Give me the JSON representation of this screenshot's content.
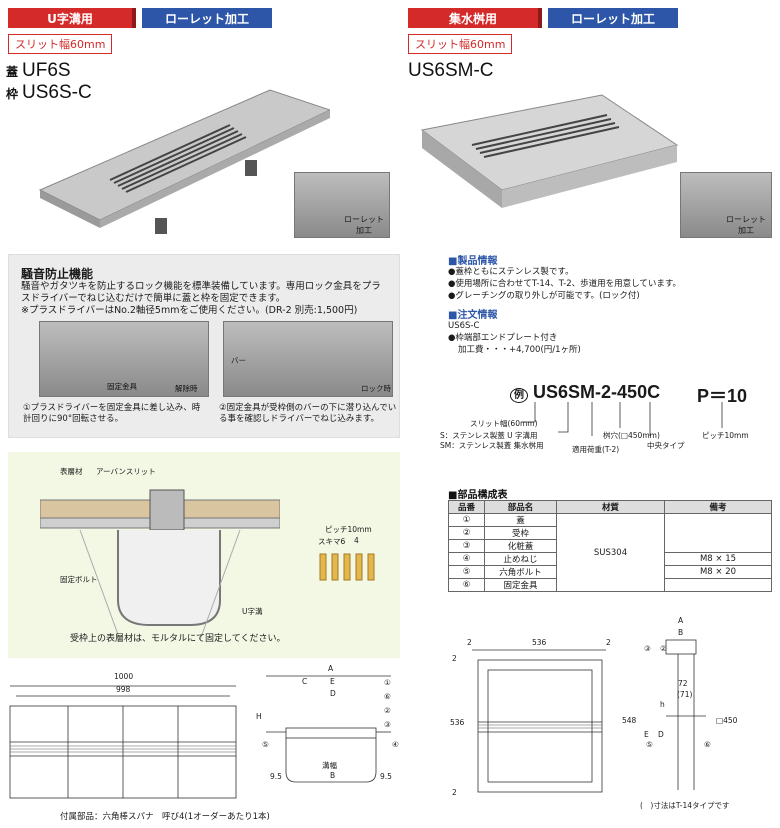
{
  "left": {
    "tab_type": "U字溝用",
    "tab_finish": "ローレット加工",
    "slit": "スリット幅60mm",
    "lid_prefix": "蓋",
    "lid_model": "UF6S",
    "frame_prefix": "枠",
    "frame_model": "US6S-C",
    "knurl_label": "ローレット\n加工"
  },
  "right": {
    "tab_type": "集水桝用",
    "tab_finish": "ローレット加工",
    "slit": "スリット幅60mm",
    "model": "US6SM-C",
    "knurl_label": "ローレット\n加工"
  },
  "noise": {
    "title": "騒音防止機能",
    "line1": "騒音やガタツキを防止するロック機能を標準装備しています。専用ロック金具をプラ",
    "line2": "スドライバーでねじ込むだけで簡単に蓋と枠を固定できます。",
    "line3": "※プラスドライバーはNo.2軸径5mmをご使用ください。(DR-2 別売:1,500円)",
    "photo1_label": "固定金具",
    "photo1_state": "解除時",
    "photo2_label": "バー",
    "photo2_state": "ロック時",
    "cap1": "①プラスドライバーを固定金具に差し込み、時計回りに90°回転させる。",
    "cap2": "②固定金具が受枠側のバーの下に潜り込んでいる事を確認しドライバーでねじ込みます。"
  },
  "product": {
    "head": "■製品情報",
    "p1": "●蓋枠ともにステンレス製です。",
    "p2": "●使用場所に合わせてT-14、T-2、歩道用を用意しています。",
    "p3": "●グレーチングの取り外しが可能です。(ロック付)"
  },
  "order": {
    "head": "■注文情報",
    "model": "US6S-C",
    "o1": "●枠端部エンドプレート付き",
    "o2": "加工費・・・+4,700(円/1ヶ所)"
  },
  "code": {
    "ex": "例",
    "part1": "US6",
    "part2": "SM",
    "part3": "-2",
    "part4": "-450",
    "part5": "C",
    "pitch": "P＝10",
    "d1": "スリット幅(60mm)",
    "d2": "S：ステンレス製蓋 U 字溝用",
    "d3": "SM：ステンレス製蓋 集水桝用",
    "d4": "適用荷重(T-2)",
    "d5": "桝穴(□450mm)",
    "d6": "中央タイプ",
    "d7": "ピッチ10mm"
  },
  "parts": {
    "head": "■部品構成表",
    "cols": [
      "品番",
      "部品名",
      "材質",
      "備考"
    ],
    "rows": [
      [
        "①",
        "蓋",
        "",
        ""
      ],
      [
        "②",
        "受枠",
        "",
        ""
      ],
      [
        "③",
        "化粧蓋",
        "SUS304",
        ""
      ],
      [
        "④",
        "止めねじ",
        "",
        "M8 × 15"
      ],
      [
        "⑤",
        "六角ボルト",
        "",
        "M8 × 20"
      ],
      [
        "⑥",
        "固定金具",
        "",
        ""
      ]
    ]
  },
  "section": {
    "l1": "表層材",
    "l2": "アーバンスリット",
    "l3": "固定ボルト",
    "l4": "U字溝",
    "pitch": "ピッチ10mm",
    "gap": "スキマ6",
    "w": "4",
    "note": "受枠上の表層材は、モルタルにて固定してください。"
  },
  "dims": {
    "d1000": "1000",
    "d998": "998",
    "A": "A",
    "C": "C",
    "E": "E",
    "D": "D",
    "H": "H",
    "B": "B",
    "d95": "9.5",
    "d95b": "9.5",
    "channel": "溝幅",
    "c1": "①",
    "c2": "②",
    "c3": "③",
    "c4": "④",
    "c5": "⑤",
    "c6": "⑥",
    "acc": "付属部品：六角棒スパナ　呼び4(1オーダーあたり1本)",
    "d536a": "536",
    "d536b": "536",
    "d548": "548",
    "d450": "□450",
    "d72": "72",
    "d71": "(71)",
    "rA": "A",
    "rB": "B",
    "rE": "E",
    "rD": "D",
    "rh": "h",
    "d2a": "2",
    "d2b": "2",
    "d2c": "2",
    "d2d": "2",
    "note": "(　)寸法はT-14タイプです"
  }
}
